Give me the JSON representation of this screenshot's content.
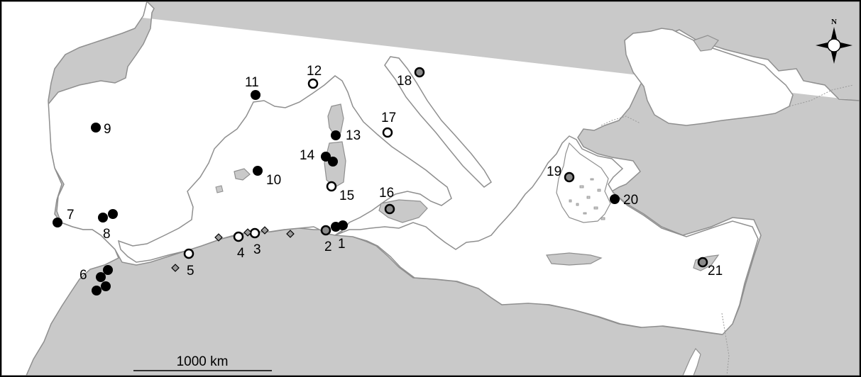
{
  "colors": {
    "land": "#c9c9c9",
    "land_stroke": "#8f8f8f",
    "sea": "#ffffff",
    "marker_filled": "#000000",
    "marker_open": "#ffffff",
    "marker_grey": "#8a8a8a",
    "marker_diamond": "#9a9a9a"
  },
  "north_arrow": {
    "label": "N",
    "icon": "compass-rose-icon"
  },
  "scale_bar": {
    "label": "1000 km"
  },
  "sites": [
    {
      "label": "1",
      "style": "filled"
    },
    {
      "label": "2",
      "style": "grey"
    },
    {
      "label": "3",
      "style": "open"
    },
    {
      "label": "4",
      "style": "open"
    },
    {
      "label": "5",
      "style": "open"
    },
    {
      "label": "6",
      "style": "filled"
    },
    {
      "label": "7",
      "style": "filled"
    },
    {
      "label": "8",
      "style": "filled"
    },
    {
      "label": "9",
      "style": "filled"
    },
    {
      "label": "10",
      "style": "filled"
    },
    {
      "label": "11",
      "style": "filled"
    },
    {
      "label": "12",
      "style": "open"
    },
    {
      "label": "13",
      "style": "filled"
    },
    {
      "label": "14",
      "style": "filled"
    },
    {
      "label": "15",
      "style": "open"
    },
    {
      "label": "16",
      "style": "grey"
    },
    {
      "label": "17",
      "style": "open"
    },
    {
      "label": "18",
      "style": "grey"
    },
    {
      "label": "19",
      "style": "grey"
    },
    {
      "label": "20",
      "style": "filled"
    },
    {
      "label": "21",
      "style": "grey"
    }
  ]
}
